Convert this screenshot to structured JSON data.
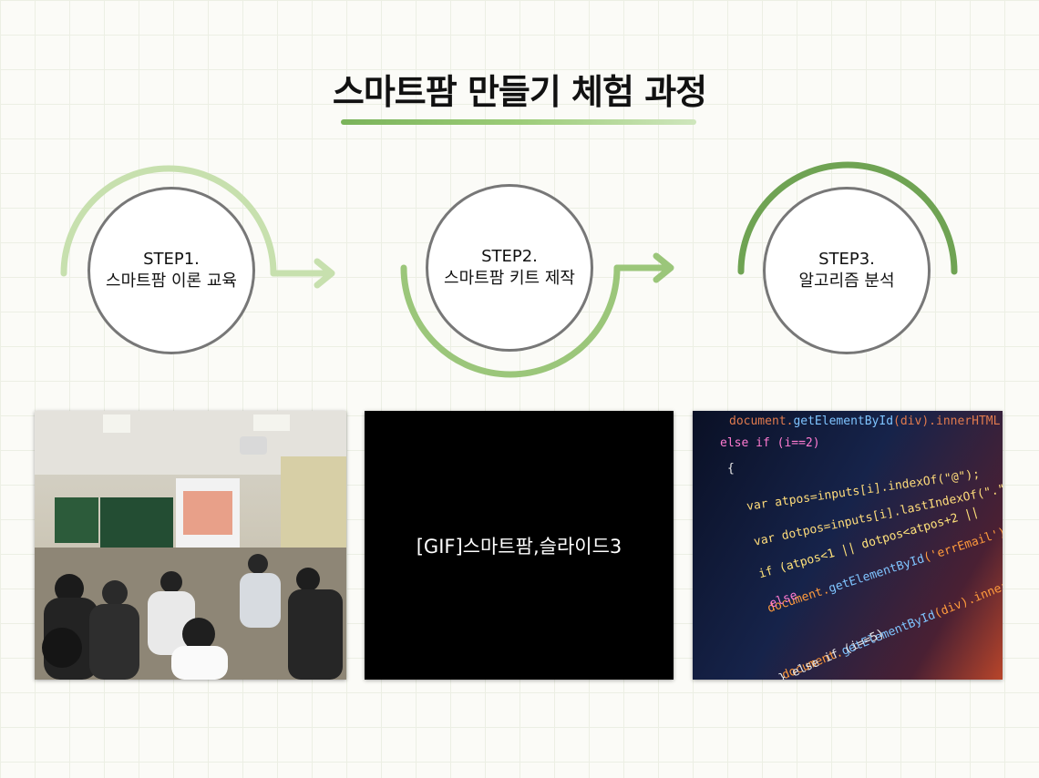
{
  "title": "스마트팜 만들기 체험 과정",
  "steps": [
    {
      "line1": "STEP1.",
      "line2": "스마트팜 이론 교육"
    },
    {
      "line1": "STEP2.",
      "line2": "스마트팜 키트 제작"
    },
    {
      "line1": "STEP3.",
      "line2": "알고리즘 분석"
    }
  ],
  "media": {
    "gif_label": "[GIF]스마트팜,슬라이드3"
  },
  "colors": {
    "arc_light": "#c7e0ae",
    "arc_mid": "#9bc67a",
    "arc_dark": "#6fa353",
    "circle_border": "#777777"
  }
}
